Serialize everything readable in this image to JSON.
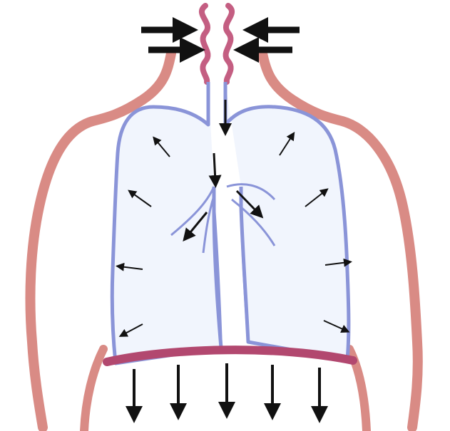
{
  "diagram": {
    "colors": {
      "background": "#ffffff",
      "body_outline": "#d98b85",
      "lung_fill": "#f1f5fd",
      "lung_outline": "#8a94d8",
      "larynx": "#c45e82",
      "diaphragm": "#b2486f",
      "arrow": "#111111"
    },
    "parts": [
      {
        "id": "body-outline",
        "icon": "torso-outline"
      },
      {
        "id": "larynx",
        "icon": "wavy-airway"
      },
      {
        "id": "trachea",
        "icon": "airway-tube"
      },
      {
        "id": "left-lung",
        "icon": "lung"
      },
      {
        "id": "right-lung",
        "icon": "lung"
      },
      {
        "id": "diaphragm",
        "icon": "muscle-band"
      }
    ],
    "arrows": {
      "air_inflow": 4,
      "airway_flow": 4,
      "lung_expansion": 8,
      "diaphragm_down": 5
    }
  }
}
